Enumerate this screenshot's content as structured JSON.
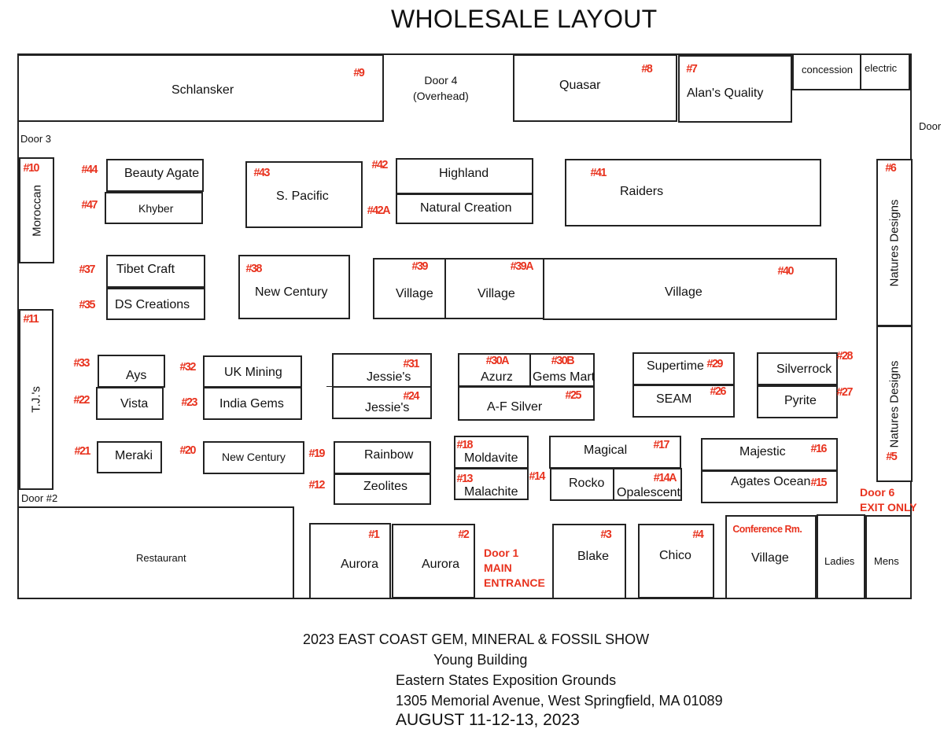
{
  "title": "WHOLESALE LAYOUT",
  "colors": {
    "booth_number": "#e8321e",
    "outline": "#222222"
  },
  "doors": {
    "door3": "Door 3",
    "door4_line1": "Door 4",
    "door4_line2": "(Overhead)",
    "door_right": "Door",
    "door2": "Door #2",
    "door1_line1": "Door 1",
    "door1_line2": "MAIN",
    "door1_line3": "ENTRANCE",
    "door6_line1": "Door 6",
    "door6_line2": "EXIT ONLY"
  },
  "booths": [
    {
      "id": "schlansker",
      "name": "Schlansker",
      "number": "#9"
    },
    {
      "id": "quasar",
      "name": "Quasar",
      "number": "#8"
    },
    {
      "id": "alans-quality",
      "name": "Alan's Quality",
      "number": "#7"
    },
    {
      "id": "concession",
      "name": "concession",
      "number": null
    },
    {
      "id": "electric",
      "name": "electric",
      "number": null
    },
    {
      "id": "moroccan",
      "name": "Moroccan",
      "number": "#10"
    },
    {
      "id": "beauty-agate",
      "name": "Beauty Agate",
      "number": "#44"
    },
    {
      "id": "khyber",
      "name": "Khyber",
      "number": "#47"
    },
    {
      "id": "s-pacific",
      "name": "S. Pacific",
      "number": "#43"
    },
    {
      "id": "highland",
      "name": "Highland",
      "number": "#42"
    },
    {
      "id": "natural-creation",
      "name": "Natural Creation",
      "number": "#42A"
    },
    {
      "id": "raiders",
      "name": "Raiders",
      "number": "#41"
    },
    {
      "id": "natures-designs-6",
      "name": "Natures Designs",
      "number": "#6"
    },
    {
      "id": "natures-designs-5",
      "name": "Natures Designs",
      "number": "#5"
    },
    {
      "id": "tibet-craft",
      "name": "Tibet Craft",
      "number": "#37"
    },
    {
      "id": "ds-creations",
      "name": "DS Creations",
      "number": "#35"
    },
    {
      "id": "new-century-38",
      "name": "New Century",
      "number": "#38"
    },
    {
      "id": "village-39",
      "name": "Village",
      "number": "#39"
    },
    {
      "id": "village-39a",
      "name": "Village",
      "number": "#39A"
    },
    {
      "id": "village-40",
      "name": "Village",
      "number": "#40"
    },
    {
      "id": "tjs",
      "name": "T.J.'s",
      "number": "#11"
    },
    {
      "id": "ays",
      "name": "Ays",
      "number": "#33"
    },
    {
      "id": "vista",
      "name": "Vista",
      "number": "#22"
    },
    {
      "id": "uk-mining",
      "name": "UK Mining",
      "number": "#32"
    },
    {
      "id": "india-gems",
      "name": "India Gems",
      "number": "#23"
    },
    {
      "id": "jessies-31",
      "name": "Jessie's",
      "number": "#31"
    },
    {
      "id": "jessies-24",
      "name": "Jessie's",
      "number": "#24"
    },
    {
      "id": "azurz",
      "name": "Azurz",
      "number": "#30A"
    },
    {
      "id": "gems-mart",
      "name": "Gems Mart",
      "number": "#30B"
    },
    {
      "id": "af-silver",
      "name": "A-F Silver",
      "number": "#25"
    },
    {
      "id": "supertime",
      "name": "Supertime",
      "number": "#29"
    },
    {
      "id": "seam",
      "name": "SEAM",
      "number": "#26"
    },
    {
      "id": "silverrock",
      "name": "Silverrock",
      "number": "#28"
    },
    {
      "id": "pyrite",
      "name": "Pyrite",
      "number": "#27"
    },
    {
      "id": "meraki",
      "name": "Meraki",
      "number": "#21"
    },
    {
      "id": "new-century-20",
      "name": "New Century",
      "number": "#20"
    },
    {
      "id": "rainbow",
      "name": "Rainbow",
      "number": "#19"
    },
    {
      "id": "zeolites",
      "name": "Zeolites",
      "number": "#12"
    },
    {
      "id": "moldavite",
      "name": "Moldavite",
      "number": "#18"
    },
    {
      "id": "malachite",
      "name": "Malachite",
      "number": "#13"
    },
    {
      "id": "magical",
      "name": "Magical",
      "number": "#17"
    },
    {
      "id": "rocko",
      "name": "Rocko",
      "number": "#14"
    },
    {
      "id": "opalescent",
      "name": "Opalescent",
      "number": "#14A"
    },
    {
      "id": "majestic",
      "name": "Majestic",
      "number": "#16"
    },
    {
      "id": "agates-ocean",
      "name": "Agates Ocean",
      "number": "#15"
    },
    {
      "id": "restaurant",
      "name": "Restaurant",
      "number": null
    },
    {
      "id": "aurora-1",
      "name": "Aurora",
      "number": "#1"
    },
    {
      "id": "aurora-2",
      "name": "Aurora",
      "number": "#2"
    },
    {
      "id": "blake",
      "name": "Blake",
      "number": "#3"
    },
    {
      "id": "chico",
      "name": "Chico",
      "number": "#4"
    },
    {
      "id": "conference-village",
      "name": "Village",
      "number": "Conference Rm."
    },
    {
      "id": "ladies",
      "name": "Ladies",
      "number": null
    },
    {
      "id": "mens",
      "name": "Mens",
      "number": null
    }
  ],
  "footer": {
    "line1": "2023 EAST COAST GEM, MINERAL & FOSSIL SHOW",
    "line2": "Young Building",
    "line3": "Eastern States Exposition Grounds",
    "line4": "1305 Memorial Avenue, West Springfield, MA   01089",
    "line5": "AUGUST 11-12-13, 2023"
  }
}
